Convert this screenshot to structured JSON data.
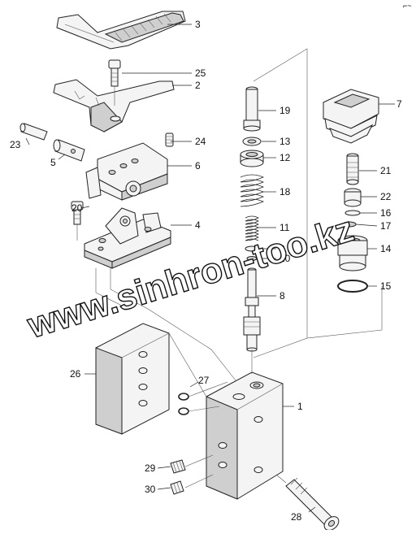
{
  "watermark": "www.sinhron-too.kz",
  "corner_mark": "⌐~",
  "callouts": {
    "p1": "1",
    "p2": "2",
    "p3": "3",
    "p4": "4",
    "p5": "5",
    "p6": "6",
    "p7": "7",
    "p8": "8",
    "p9": "9",
    "p10": "10",
    "p11": "11",
    "p12": "12",
    "p13": "13",
    "p14": "14",
    "p15": "15",
    "p16": "16",
    "p17": "17",
    "p18": "18",
    "p19": "19",
    "p20": "20",
    "p21": "21",
    "p22": "22",
    "p23": "23",
    "p24": "24",
    "p25": "25",
    "p26": "26",
    "p27": "27",
    "p28": "28",
    "p29": "29",
    "p30": "30"
  }
}
